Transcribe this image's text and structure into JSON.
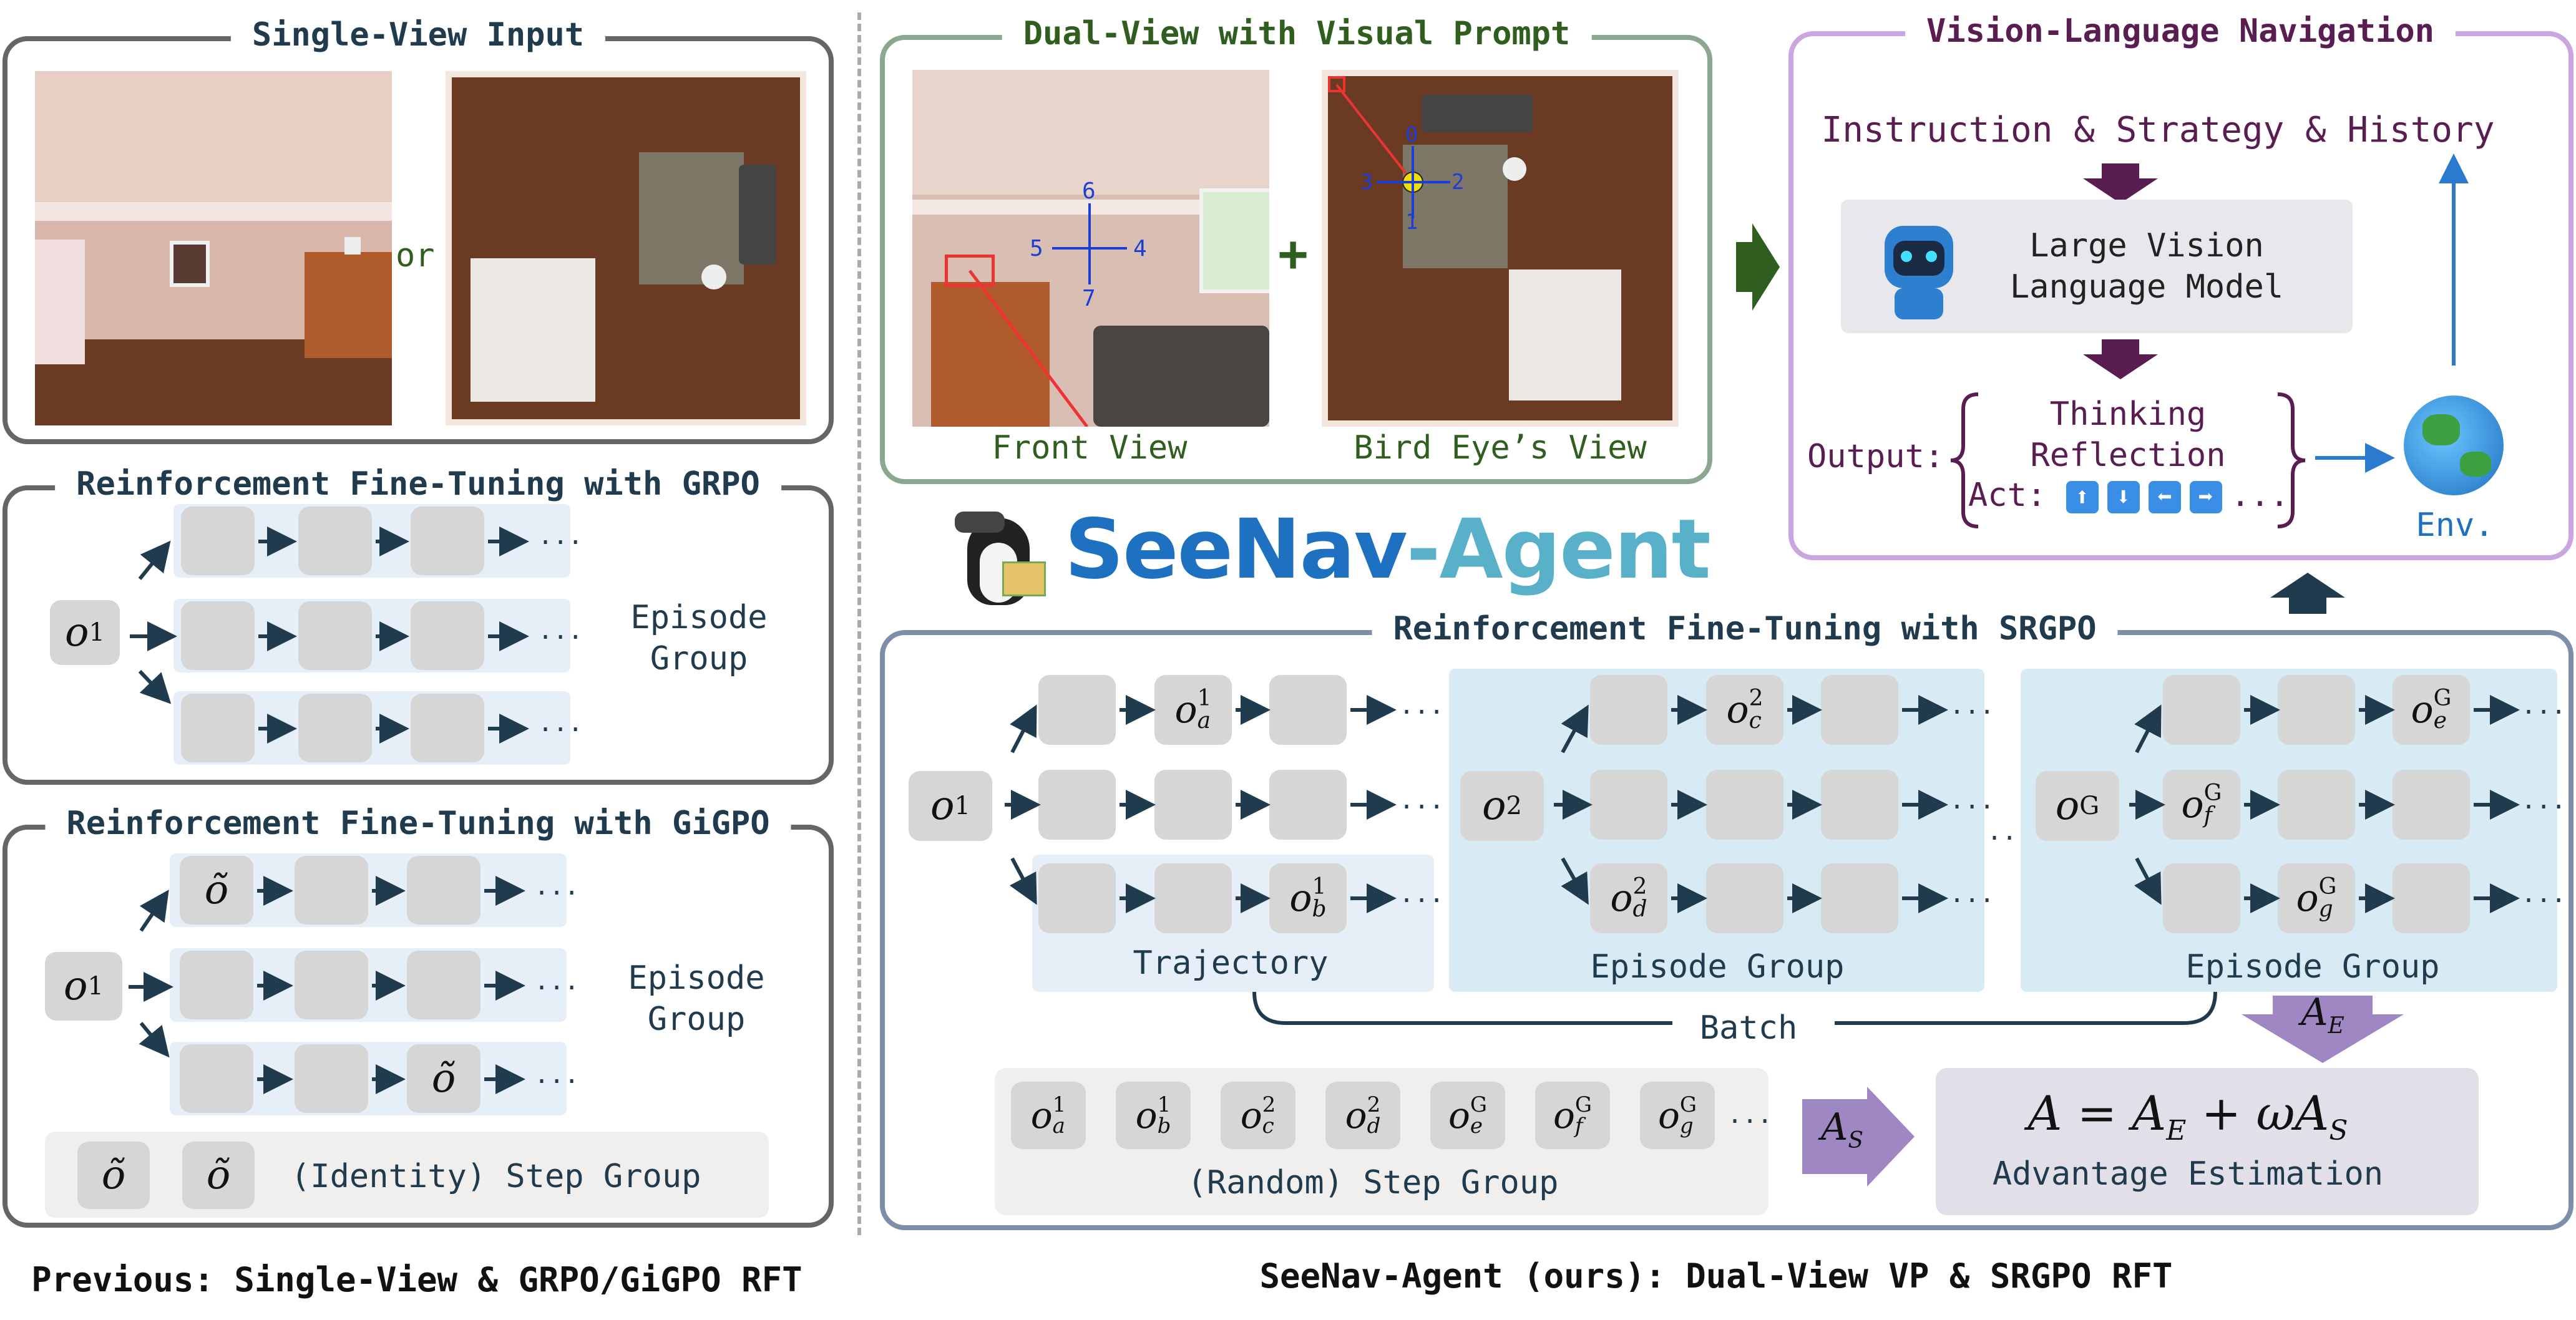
{
  "left": {
    "single_view_title": "Single-View Input",
    "or_label": "or",
    "grpo_title": "Reinforcement Fine-Tuning with GRPO",
    "grpo_start": "o",
    "grpo_start_sup": "1",
    "episode_group_line1": "Episode",
    "episode_group_line2": "Group",
    "gigpo_title": "Reinforcement Fine-Tuning with GiGPO",
    "gigpo_start": "o",
    "gigpo_start_sup": "1",
    "o_tilde": "õ",
    "step_group_label": "(Identity) Step Group",
    "caption": "Previous: Single-View & GRPO/GiGPO RFT"
  },
  "dual_view": {
    "title": "Dual-View with Visual Prompt",
    "front_label": "Front View",
    "bird_label": "Bird Eye’s View",
    "plus": "+",
    "front_numbers": [
      "6",
      "5",
      "4",
      "7"
    ],
    "bird_numbers": [
      "0",
      "3",
      "2",
      "1"
    ]
  },
  "brand": {
    "name_part1": "SeeNav",
    "name_part2": "-Agent"
  },
  "vln": {
    "title": "Vision-Language Navigation",
    "instruction": "Instruction & Strategy & History",
    "model_line1": "Large Vision",
    "model_line2": "Language Model",
    "output_label": "Output:",
    "thinking": "Thinking",
    "reflection": "Reflection",
    "act_label": "Act:",
    "act_icons": [
      "⬆",
      "⬇",
      "⬅",
      "➡"
    ],
    "act_more": "...",
    "env_label": "Env."
  },
  "srgpo": {
    "title": "Reinforcement Fine-Tuning with SRGPO",
    "o1": {
      "base": "o",
      "sup": "1"
    },
    "o2": {
      "base": "o",
      "sup": "2"
    },
    "oG": {
      "base": "o",
      "sup": "G"
    },
    "oa1": {
      "base": "o",
      "sub": "a",
      "sup": "1"
    },
    "ob1": {
      "base": "o",
      "sub": "b",
      "sup": "1"
    },
    "oc2": {
      "base": "o",
      "sub": "c",
      "sup": "2"
    },
    "od2": {
      "base": "o",
      "sub": "d",
      "sup": "2"
    },
    "oeG": {
      "base": "o",
      "sub": "e",
      "sup": "G"
    },
    "ofG": {
      "base": "o",
      "sub": "f",
      "sup": "G"
    },
    "ogG": {
      "base": "o",
      "sub": "g",
      "sup": "G"
    },
    "trajectory": "Trajectory",
    "episode_group": "Episode Group",
    "batch": "Batch",
    "ellipsis": "...",
    "random_step_group": "(Random) Step Group",
    "ae_label": "A",
    "ae_sub": "E",
    "as_label": "A",
    "as_sub": "S",
    "formula_a": "A",
    "formula_ae": "A",
    "formula_ae_sub": "E",
    "formula_plus": "+",
    "formula_omega": "ωA",
    "formula_as_sub": "S",
    "advantage_label": "Advantage Estimation"
  },
  "caption_right": "SeeNav-Agent (ours): Dual-View VP & SRGPO RFT",
  "colors": {
    "panel_gray": "#666666",
    "panel_green": "#8aa890",
    "panel_purple": "#c9a6e0",
    "panel_blue": "#7d8fa8",
    "band_light": "#e6eff8",
    "band_blue": "#d8ebf4",
    "box_gray": "#d6d6d6",
    "arrow_dark": "#1f3b4d",
    "purple_dark": "#5a1d52",
    "brand_blue": "#1e70c1",
    "brand_teal": "#58b1c9",
    "green_dark": "#2f5e1f"
  }
}
